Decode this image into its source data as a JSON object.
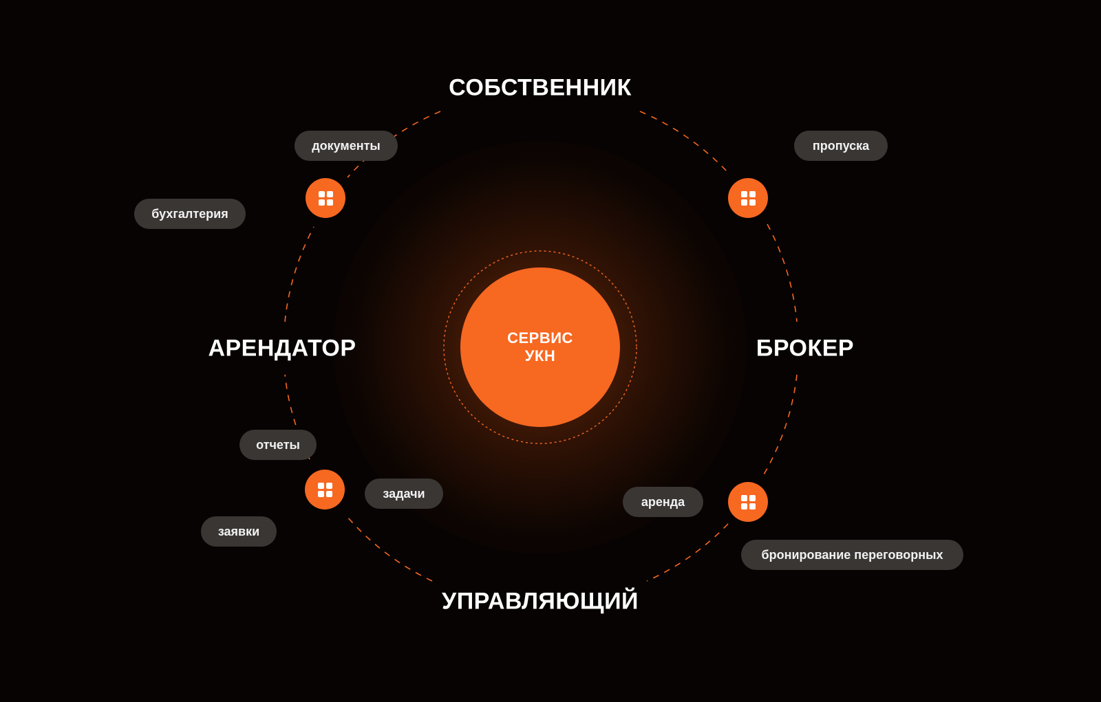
{
  "center": {
    "line1": "СЕРВИС",
    "line2": "УКН"
  },
  "roles": {
    "top": "СОБСТВЕННИК",
    "left": "АРЕНДАТОР",
    "right": "БРОКЕР",
    "bottom": "УПРАВЛЯЮЩИЙ"
  },
  "features": {
    "documents": "документы",
    "passes": "пропуска",
    "accounting": "бухгалтерия",
    "reports": "отчеты",
    "tasks": "задачи",
    "requests": "заявки",
    "rent": "аренда",
    "booking": "бронирование переговорных"
  },
  "colors": {
    "accent": "#f76821",
    "pill": "#3a3634",
    "background": "#070302"
  }
}
